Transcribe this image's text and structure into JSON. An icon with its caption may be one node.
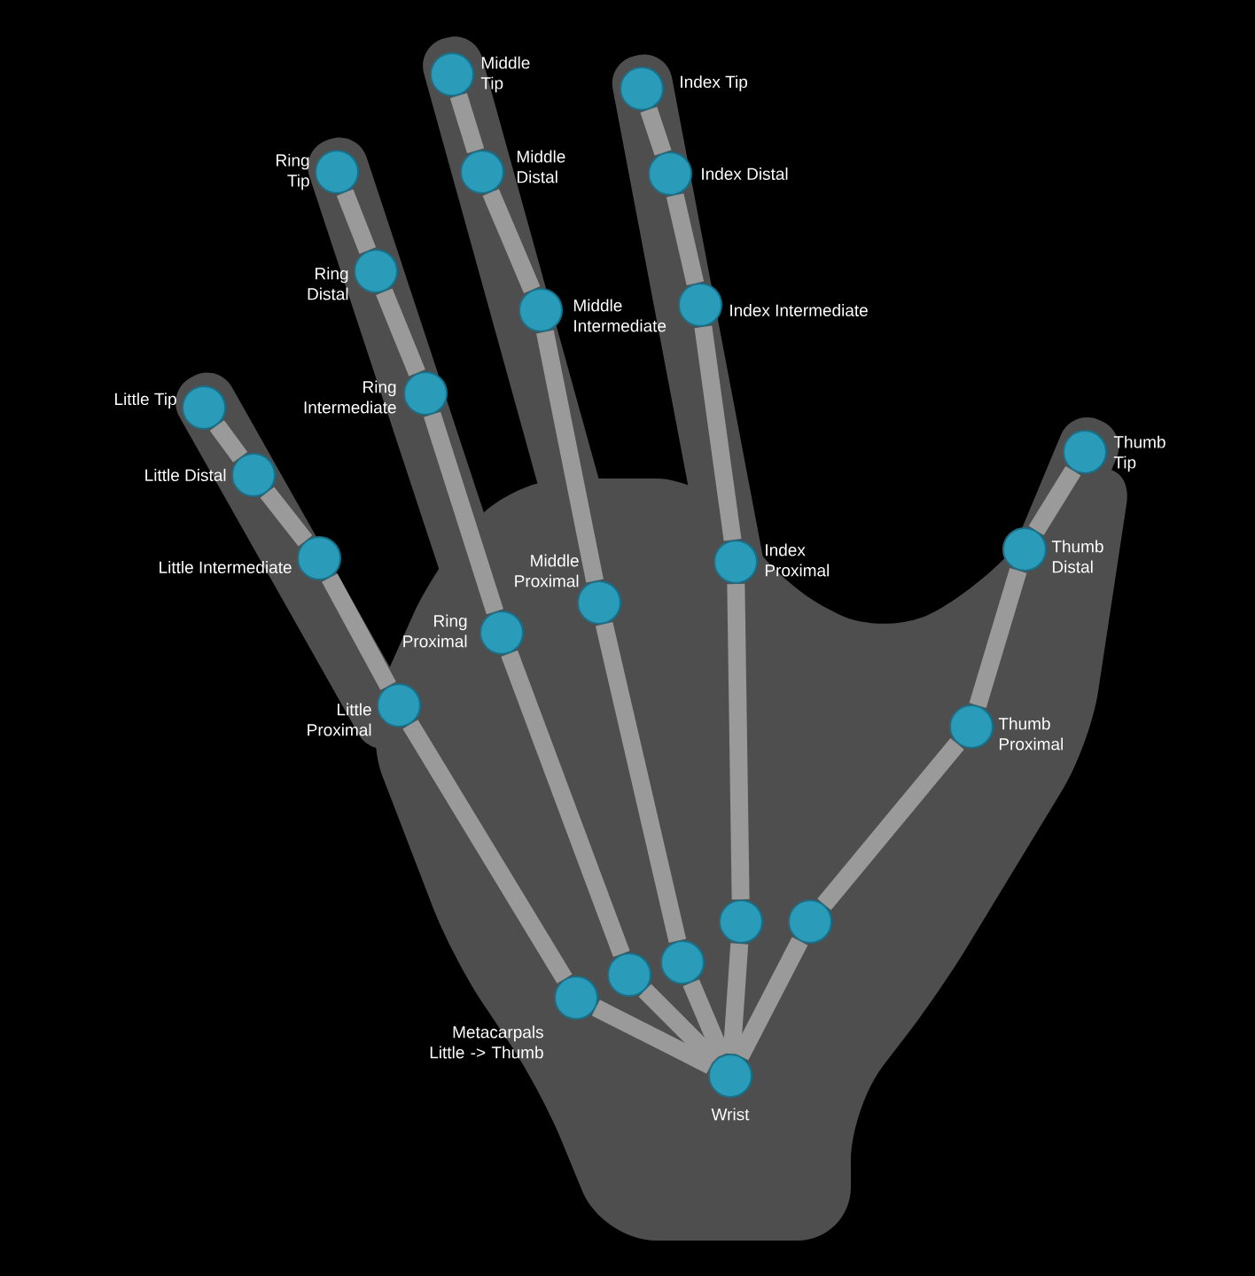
{
  "diagram": {
    "nodes": [
      {
        "text": [],
        "shape": "circle",
        "beside": [
          "Middle Tip"
        ]
      },
      {
        "text": [],
        "shape": "circle",
        "beside": [
          "Index Tip"
        ]
      },
      {
        "text": [],
        "shape": "circle",
        "beside": [
          "Ring Tip"
        ]
      },
      {
        "text": [],
        "shape": "circle",
        "beside": [
          "Middle Distal"
        ]
      },
      {
        "text": [],
        "shape": "circle",
        "beside": [
          "Index Distal"
        ]
      },
      {
        "text": [],
        "shape": "circle",
        "beside": [
          "Ring Distal"
        ]
      },
      {
        "text": [],
        "shape": "circle",
        "beside": [
          "Middle Intermediate"
        ]
      },
      {
        "text": [],
        "shape": "circle",
        "beside": [
          "Index Intermediate"
        ]
      },
      {
        "text": [],
        "shape": "circle",
        "beside": [
          "Ring Intermediate"
        ]
      },
      {
        "text": [],
        "shape": "circle",
        "beside": [
          "Little Tip"
        ]
      },
      {
        "text": [],
        "shape": "circle",
        "beside": [
          "Thumb Tip"
        ]
      },
      {
        "text": [],
        "shape": "circle",
        "beside": [
          "Little Distal"
        ]
      },
      {
        "text": [],
        "shape": "circle",
        "beside": [
          "Little Intermediate"
        ]
      },
      {
        "text": [],
        "shape": "circle",
        "beside": [
          "Index Proximal"
        ]
      },
      {
        "text": [],
        "shape": "circle",
        "beside": [
          "Thumb Distal"
        ]
      },
      {
        "text": [],
        "shape": "circle",
        "beside": [
          "Middle Proximal"
        ]
      },
      {
        "text": [],
        "shape": "circle",
        "beside": [
          "Ring Proximal"
        ]
      },
      {
        "text": [],
        "shape": "circle",
        "beside": [
          "Little Proximal"
        ]
      },
      {
        "text": [],
        "shape": "circle",
        "beside": [
          "Thumb Proximal"
        ]
      },
      {
        "text": [],
        "shape": "circle"
      },
      {
        "text": [],
        "shape": "circle"
      },
      {
        "text": [],
        "shape": "circle"
      },
      {
        "text": [],
        "shape": "circle"
      },
      {
        "text": [],
        "shape": "circle"
      },
      {
        "text": [],
        "shape": "circle",
        "beside": [
          "Wrist"
        ]
      }
    ],
    "edges": [
      {
        "from": 0,
        "to": 3,
        "arrow": "none"
      },
      {
        "from": 3,
        "to": 6,
        "arrow": "none"
      },
      {
        "from": 6,
        "to": 15,
        "arrow": "none"
      },
      {
        "from": 15,
        "to": 21,
        "arrow": "none"
      },
      {
        "from": 21,
        "to": 24,
        "arrow": "none"
      },
      {
        "from": 1,
        "to": 4,
        "arrow": "none"
      },
      {
        "from": 4,
        "to": 7,
        "arrow": "none"
      },
      {
        "from": 7,
        "to": 13,
        "arrow": "none"
      },
      {
        "from": 13,
        "to": 22,
        "arrow": "none"
      },
      {
        "from": 22,
        "to": 24,
        "arrow": "none"
      },
      {
        "from": 2,
        "to": 5,
        "arrow": "none"
      },
      {
        "from": 5,
        "to": 8,
        "arrow": "none"
      },
      {
        "from": 8,
        "to": 16,
        "arrow": "none"
      },
      {
        "from": 16,
        "to": 20,
        "arrow": "none"
      },
      {
        "from": 20,
        "to": 24,
        "arrow": "none"
      },
      {
        "from": 9,
        "to": 11,
        "arrow": "none"
      },
      {
        "from": 11,
        "to": 12,
        "arrow": "none"
      },
      {
        "from": 12,
        "to": 17,
        "arrow": "none"
      },
      {
        "from": 17,
        "to": 19,
        "arrow": "none"
      },
      {
        "from": 19,
        "to": 24,
        "arrow": "none"
      },
      {
        "from": 10,
        "to": 14,
        "arrow": "none"
      },
      {
        "from": 14,
        "to": 18,
        "arrow": "none"
      },
      {
        "from": 18,
        "to": 23,
        "arrow": "none"
      },
      {
        "from": 23,
        "to": 24,
        "arrow": "none"
      }
    ],
    "labels": [
      "Metacarpals Little -> Thumb"
    ]
  }
}
